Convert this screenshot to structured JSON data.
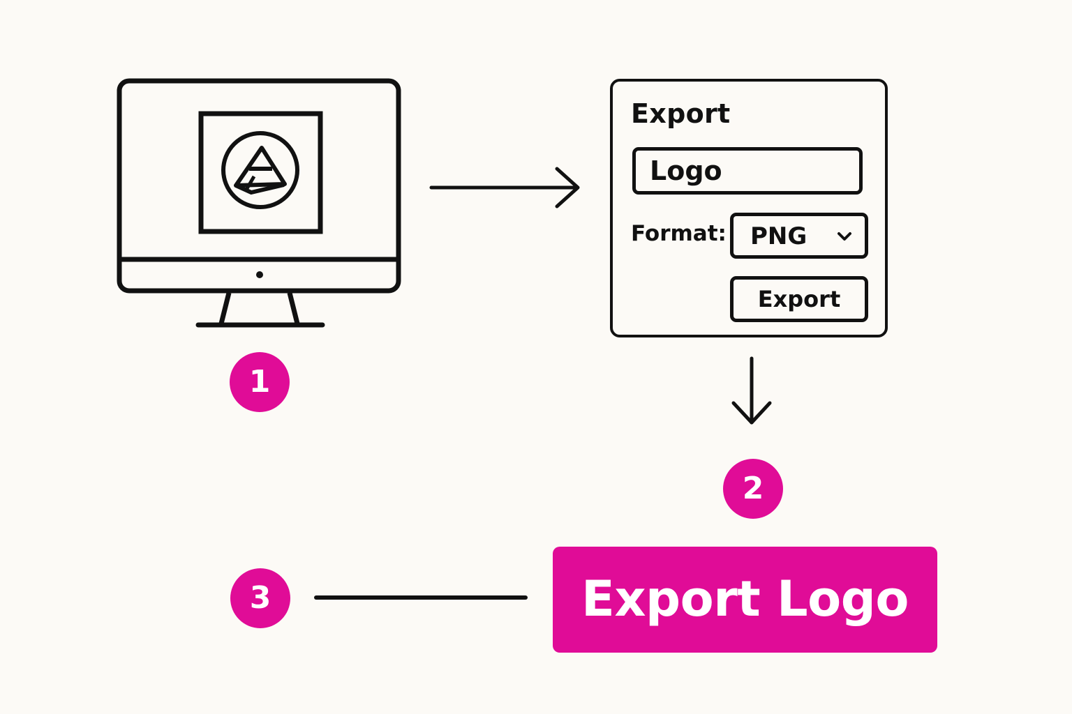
{
  "colors": {
    "background": "#fcfaf6",
    "ink": "#111111",
    "accent": "#e00c97"
  },
  "monitor": {
    "icon": "monitor-icon",
    "logo_icon": "triangle-logo-icon"
  },
  "dialog": {
    "title": "Export",
    "name_value": "Logo",
    "format_label": "Format:",
    "format_value": "PNG",
    "format_icon": "chevron-down-icon",
    "export_button": "Export"
  },
  "arrows": {
    "right": "arrow-right-icon",
    "down": "arrow-down-icon"
  },
  "steps": [
    {
      "number": "1"
    },
    {
      "number": "2"
    },
    {
      "number": "3"
    }
  ],
  "cta": {
    "label": "Export Logo"
  }
}
